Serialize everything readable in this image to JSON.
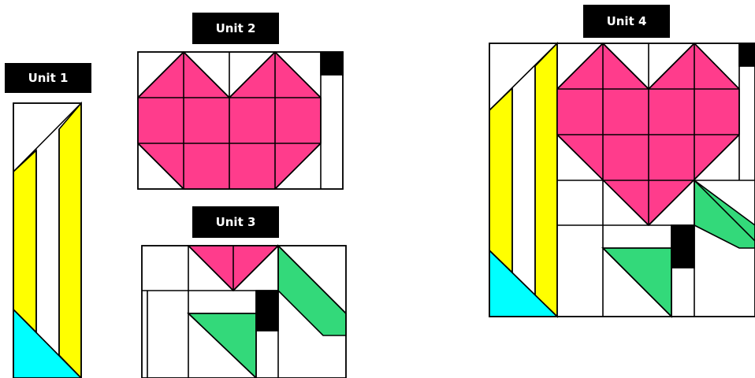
{
  "labels": {
    "unit1": "Unit  1",
    "unit2": "Unit 2",
    "unit3": "Unit 3",
    "unit4": "Unit 4"
  },
  "colors": {
    "pink": "#ff3c8c",
    "yellow": "#ffff00",
    "cyan": "#00ffff",
    "green": "#33d97a",
    "black": "#000000",
    "white": "#ffffff"
  }
}
